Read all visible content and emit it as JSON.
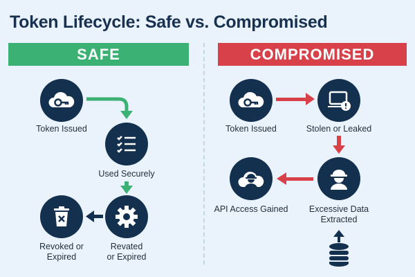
{
  "title": "Token Lifecycle: Safe vs. Compromised",
  "safe": {
    "banner": "SAFE",
    "color": "#3bb174",
    "steps": [
      {
        "label": "Token Issued",
        "icon": "cloud-key-icon"
      },
      {
        "label": "Used Securely",
        "icon": "checklist-icon"
      },
      {
        "label_line1": "Revated",
        "label_line2": "or Expired",
        "icon": "gear-icon"
      },
      {
        "label_line1": "Revoked or",
        "label_line2": "Expired",
        "icon": "trash-x-icon"
      }
    ]
  },
  "compromised": {
    "banner": "COMPROMISED",
    "color": "#d9414a",
    "steps": [
      {
        "label": "Token Issued",
        "icon": "cloud-key-icon"
      },
      {
        "label": "Stolen or Leaked",
        "icon": "laptop-alert-icon"
      },
      {
        "label_line1": "Excessive Data",
        "label_line2": "Extracted",
        "icon": "hacker-icon"
      },
      {
        "label": "API Access Gained",
        "icon": "cloud-hacker-icon"
      }
    ],
    "extra_icon": "database-upload-icon"
  }
}
